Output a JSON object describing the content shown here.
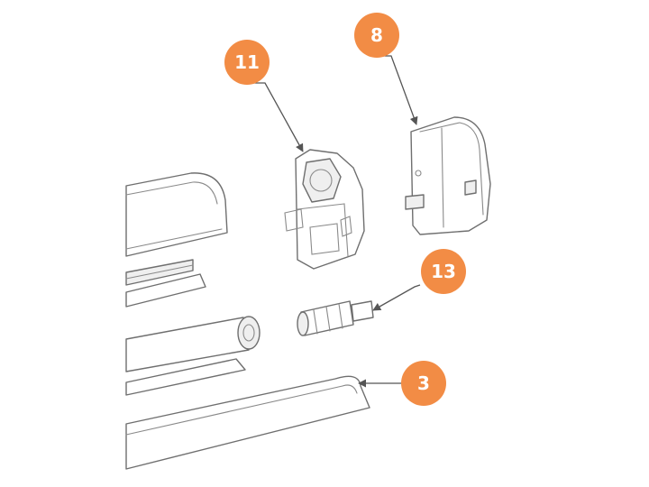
{
  "callouts": [
    {
      "id": "callout-11",
      "label": "11"
    },
    {
      "id": "callout-8",
      "label": "8"
    },
    {
      "id": "callout-13",
      "label": "13"
    },
    {
      "id": "callout-3",
      "label": "3"
    }
  ],
  "colors": {
    "badge": "#f28c45",
    "line": "#6f6f6f",
    "background": "#ffffff"
  }
}
